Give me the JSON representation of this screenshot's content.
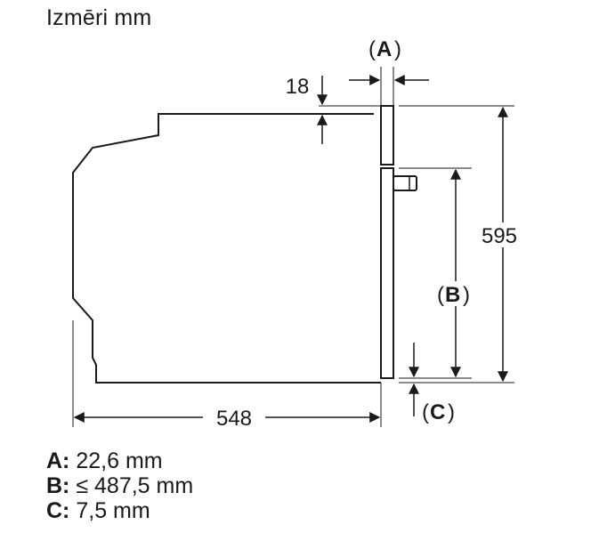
{
  "title": "Izmēri mm",
  "dimensions": {
    "depth": "548",
    "height": "595",
    "top_offset": "18",
    "label_a": "A",
    "label_b": "B",
    "label_c": "C",
    "paren_open": "(",
    "paren_close": ")"
  },
  "legend": [
    {
      "key": "A:",
      "value": "22,6 mm"
    },
    {
      "key": "B:",
      "value": "≤ 487,5 mm"
    },
    {
      "key": "C:",
      "value": "7,5 mm"
    }
  ]
}
